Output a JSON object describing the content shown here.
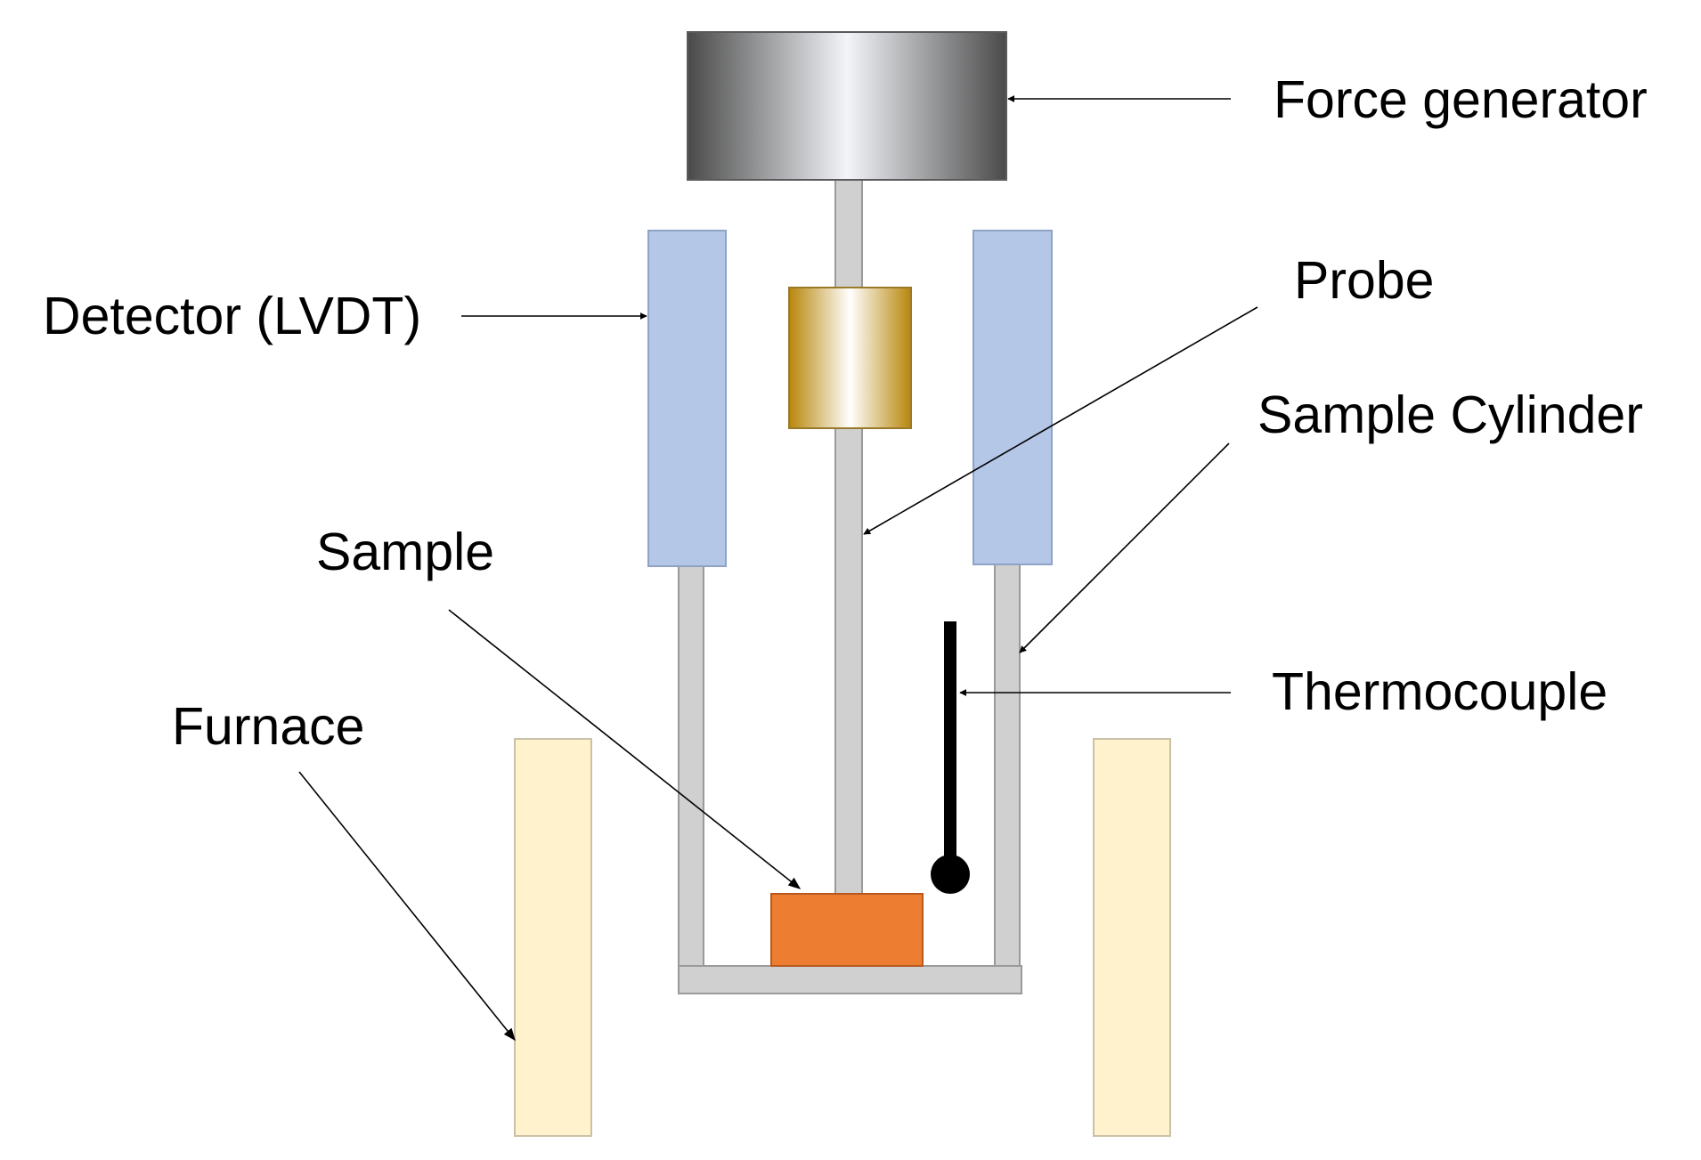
{
  "labels": {
    "force_generator": "Force generator",
    "detector": "Detector (LVDT)",
    "probe": "Probe",
    "sample_cylinder": "Sample Cylinder",
    "sample": "Sample",
    "thermocouple": "Thermocouple",
    "furnace": "Furnace"
  },
  "colors": {
    "detector_fill": "#b4c7e7",
    "detector_stroke": "#8fa3c4",
    "rod_fill": "#d0d0d0",
    "rod_stroke": "#9a9a9a",
    "sample_fill": "#ed7d31",
    "furnace_fill": "#fff2cc",
    "furnace_stroke": "#c9c2a6",
    "thermocouple": "#000000",
    "gold_dark": "#b8860b",
    "gold_light": "#ffffff",
    "metal_dark": "#4a4a4a",
    "metal_light": "#f2f4f8"
  }
}
